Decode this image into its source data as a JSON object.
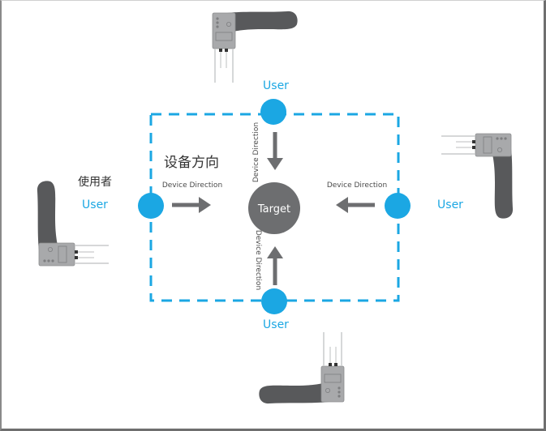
{
  "diagram": {
    "type": "positioning-diagram",
    "center_label": "Target",
    "heading_cn": "设备方向",
    "user_cn": "使用者",
    "colors": {
      "user_circle": "#1ba7e3",
      "dashed_box": "#1ba7e3",
      "target_circle": "#6d6e70",
      "arrow": "#6d6e70",
      "device_body": "#a8a9ab",
      "device_handle": "#58595b"
    },
    "users": [
      {
        "position": "top",
        "label": "User",
        "direction_label": "Device Direction"
      },
      {
        "position": "left",
        "label": "User",
        "direction_label": "Device Direction"
      },
      {
        "position": "right",
        "label": "User",
        "direction_label": "Device Direction"
      },
      {
        "position": "bottom",
        "label": "User",
        "direction_label": "Device Direction"
      }
    ],
    "devices": [
      {
        "position": "top",
        "icon": "handheld-device-icon"
      },
      {
        "position": "left",
        "icon": "handheld-device-icon"
      },
      {
        "position": "right",
        "icon": "handheld-device-icon"
      },
      {
        "position": "bottom",
        "icon": "handheld-device-icon"
      }
    ]
  }
}
